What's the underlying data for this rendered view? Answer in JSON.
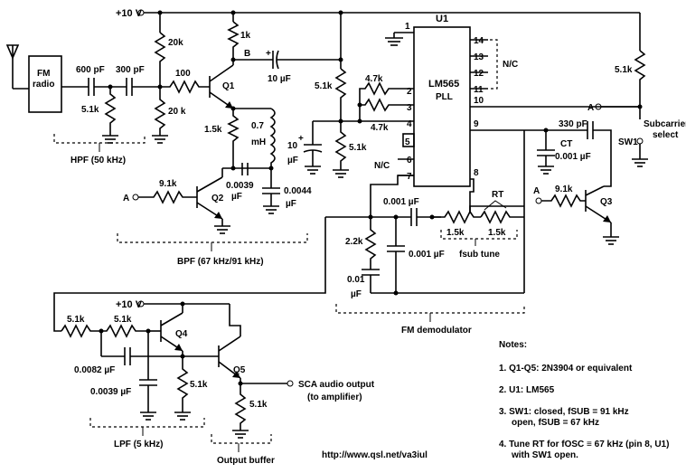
{
  "supply": {
    "top": "+10 V",
    "bottom": "+10 V"
  },
  "blocks": {
    "fm_radio": [
      "FM",
      "radio"
    ],
    "hpf": "HPF (50 kHz)",
    "bpf": "BPF (67 kHz/91 kHz)",
    "lpf": "LPF (5 kHz)",
    "output_buffer": "Output buffer",
    "fm_demodulator": "FM demodulator"
  },
  "ic": {
    "ref": "U1",
    "name": "LM565",
    "subname": "PLL",
    "pins_left": [
      "1",
      "2",
      "3",
      "4",
      "5",
      "6",
      "7"
    ],
    "pins_right": [
      "14",
      "13",
      "12",
      "11",
      "10",
      "9",
      "8"
    ],
    "nc_right": "N/C",
    "nc_left": "N/C"
  },
  "components": {
    "c_600": "600 pF",
    "c_300": "300 pF",
    "r_100": "100",
    "r_20k_top": "20k",
    "r_20k_bot": "20 k",
    "r_5k1_hpf": "5.1k",
    "r_1k": "1k",
    "node_b": "B",
    "plus": "+",
    "c_10uf_top": "10 µF",
    "q1": "Q1",
    "r_1k5": "1.5k",
    "l_07": [
      "0.7",
      "mH"
    ],
    "c_0039": [
      "0.0039",
      "µF"
    ],
    "c_0044": [
      "0.0044",
      "µF"
    ],
    "r_9k1_q2": "9.1k",
    "q2": "Q2",
    "node_a": "A",
    "r_5k1_pll": "5.1k",
    "r_4k7_a": "4.7k",
    "r_4k7_b": "4.7k",
    "c_10uf_pll": [
      "10",
      "µF"
    ],
    "r_5k1_pll_bot": "5.1k",
    "c_0001_a": "0.001 µF",
    "rt": "RT",
    "r_1k5_a": "1.5k",
    "r_1k5_b": "1.5k",
    "fsub_tune": "fsub tune",
    "r_2k2": "2.2k",
    "c_0001_b": "0.001 µF",
    "c_001": [
      "0.01",
      "µF"
    ],
    "r_5k1_sub": "5.1k",
    "subcarrier_select": [
      "Subcarrier",
      "select"
    ],
    "c_330": "330 pF",
    "sw1": "SW1",
    "ct": "CT",
    "c_0001_ct": "0.001 µF",
    "r_9k1_q3": "9.1k",
    "q3": "Q3",
    "r_5k1_lpf_a": "5.1k",
    "r_5k1_lpf_b": "5.1k",
    "q4": "Q4",
    "c_00082": "0.0082 µF",
    "c_00039": "0.0039 µF",
    "r_5k1_q4": "5.1k",
    "q5": "Q5",
    "r_5k1_q5": "5.1k",
    "output_label": [
      "SCA audio output",
      "(to amplifier)"
    ]
  },
  "notes": {
    "title": "Notes:",
    "items": [
      "1. Q1-Q5: 2N3904 or equivalent",
      "2. U1: LM565",
      "3. SW1: closed, fSUB = 91 kHz",
      "open, fSUB = 67 kHz",
      "4. Tune RT for fOSC ≡ 67 kHz (pin 8, U1)",
      "with SW1 open."
    ]
  },
  "url": "http://www.qsl.net/va3iul"
}
